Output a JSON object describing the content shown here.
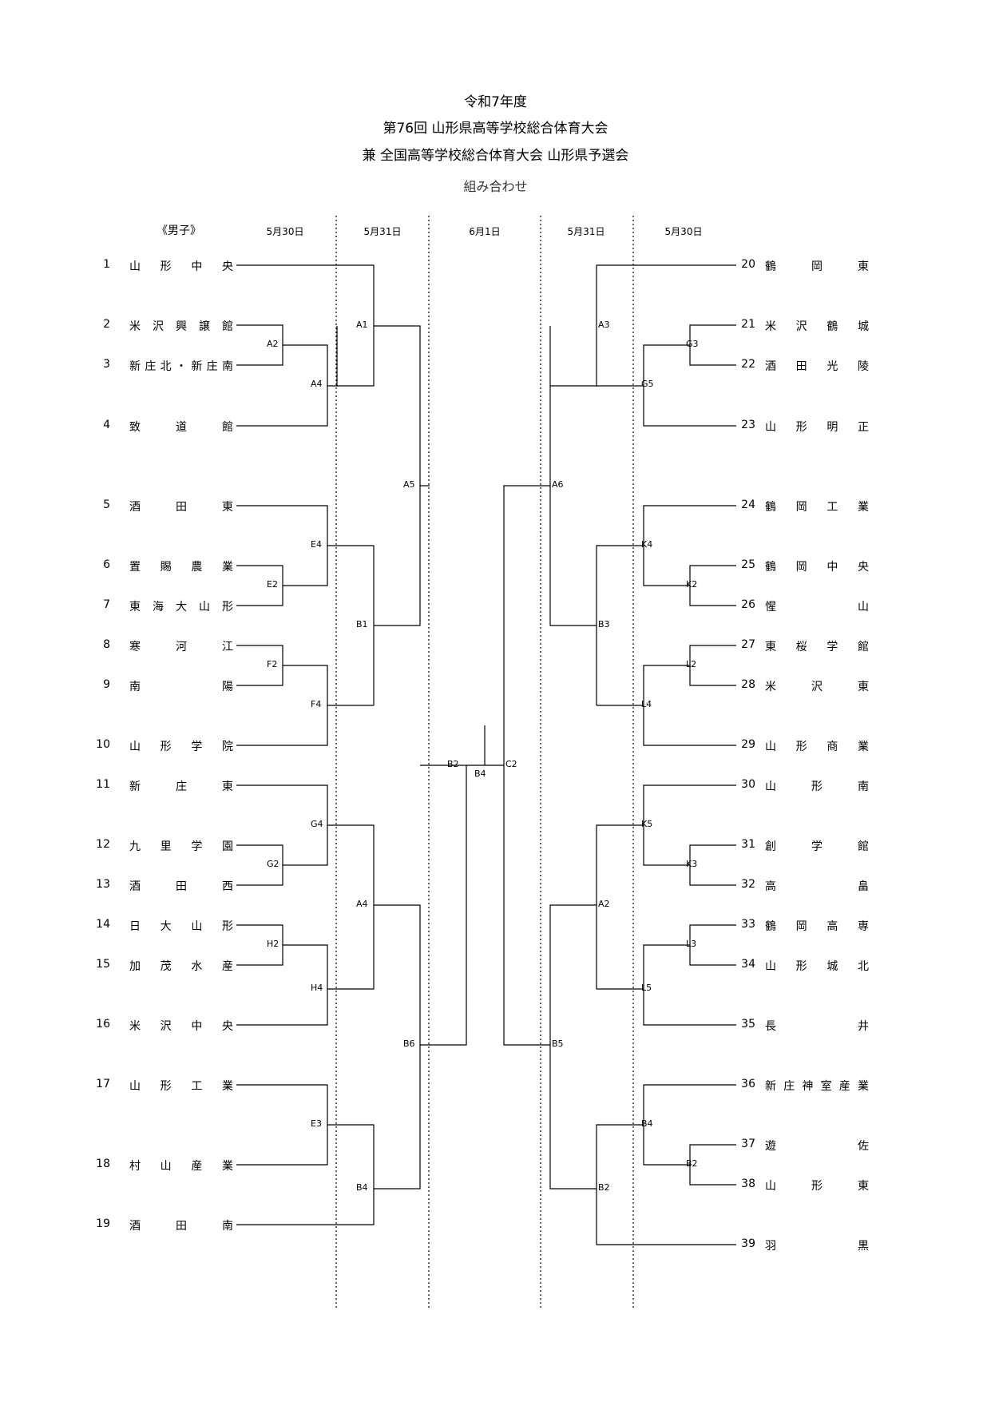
{
  "header": {
    "line1": "令和7年度",
    "line2": "第76回  山形県高等学校総合体育大会",
    "line3": "兼  全国高等学校総合体育大会  山形県予選会",
    "line4": "組み合わせ"
  },
  "section_label": "《男子》",
  "dates": {
    "left_d1": "5月30日",
    "left_d2": "5月31日",
    "center": "6月1日",
    "right_d2": "5月31日",
    "right_d1": "5月30日"
  },
  "left_teams": [
    {
      "num": "1",
      "name": "山形中央"
    },
    {
      "num": "2",
      "name": "米沢興譲館"
    },
    {
      "num": "3",
      "name": "新庄北・新庄南"
    },
    {
      "num": "4",
      "name": "致道館"
    },
    {
      "num": "5",
      "name": "酒田東"
    },
    {
      "num": "6",
      "name": "置賜農業"
    },
    {
      "num": "7",
      "name": "東海大山形"
    },
    {
      "num": "8",
      "name": "寒河江"
    },
    {
      "num": "9",
      "name": "南陽"
    },
    {
      "num": "10",
      "name": "山形学院"
    },
    {
      "num": "11",
      "name": "新庄東"
    },
    {
      "num": "12",
      "name": "九里学園"
    },
    {
      "num": "13",
      "name": "酒田西"
    },
    {
      "num": "14",
      "name": "日大山形"
    },
    {
      "num": "15",
      "name": "加茂水産"
    },
    {
      "num": "16",
      "name": "米沢中央"
    },
    {
      "num": "17",
      "name": "山形工業"
    },
    {
      "num": "18",
      "name": "村山産業"
    },
    {
      "num": "19",
      "name": "酒田南"
    }
  ],
  "right_teams": [
    {
      "num": "20",
      "name": "鶴岡東"
    },
    {
      "num": "21",
      "name": "米沢鶴城"
    },
    {
      "num": "22",
      "name": "酒田光陵"
    },
    {
      "num": "23",
      "name": "山形明正"
    },
    {
      "num": "24",
      "name": "鶴岡工業"
    },
    {
      "num": "25",
      "name": "鶴岡中央"
    },
    {
      "num": "26",
      "name": "惺山"
    },
    {
      "num": "27",
      "name": "東桜学館"
    },
    {
      "num": "28",
      "name": "米沢東"
    },
    {
      "num": "29",
      "name": "山形商業"
    },
    {
      "num": "30",
      "name": "山形南"
    },
    {
      "num": "31",
      "name": "創学館"
    },
    {
      "num": "32",
      "name": "高畠"
    },
    {
      "num": "33",
      "name": "鶴岡高専"
    },
    {
      "num": "34",
      "name": "山形城北"
    },
    {
      "num": "35",
      "name": "長井"
    },
    {
      "num": "36",
      "name": "新庄神室産業"
    },
    {
      "num": "37",
      "name": "遊佐"
    },
    {
      "num": "38",
      "name": "山形東"
    },
    {
      "num": "39",
      "name": "羽黒"
    }
  ],
  "codes": {
    "A2L": "A2",
    "A4L": "A4",
    "A1": "A1",
    "E4": "E4",
    "E2": "E2",
    "F2": "F2",
    "F4": "F4",
    "B1": "B1",
    "A5": "A5",
    "G4": "G4",
    "G2": "G2",
    "H2": "H2",
    "H4": "H4",
    "A4L2": "A4",
    "E3": "E3",
    "B4L": "B4",
    "B6": "B6",
    "B2C": "B2",
    "B4C": "B4",
    "C2": "C2",
    "A3": "A3",
    "G3": "G3",
    "G5": "G5",
    "A6": "A6",
    "K4": "K4",
    "K2": "K2",
    "B3": "B3",
    "L2": "L2",
    "L4": "L4",
    "K5": "K5",
    "K3": "K3",
    "A2R": "A2",
    "L3": "L3",
    "L5": "L5",
    "B5": "B5",
    "B4R": "B4",
    "B2R2": "B2",
    "B2R": "B2"
  }
}
